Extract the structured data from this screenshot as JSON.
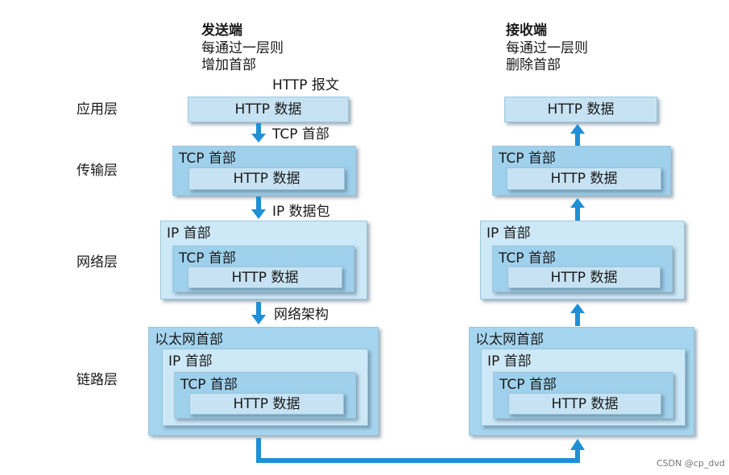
{
  "sender": {
    "title": "发送端",
    "desc_line1": "每通过一层则",
    "desc_line2": "增加首部"
  },
  "receiver": {
    "title": "接收端",
    "desc_line1": "每通过一层则",
    "desc_line2": "删除首部"
  },
  "layers": {
    "application": "应用层",
    "transport": "传输层",
    "network": "网络层",
    "link": "链路层"
  },
  "flow_labels": {
    "http_message": "HTTP 报文",
    "tcp_header": "TCP 首部",
    "ip_packet": "IP 数据包",
    "network_frame": "网络架构"
  },
  "box_labels": {
    "http_data": "HTTP 数据",
    "tcp_header": "TCP 首部",
    "ip_header": "IP 首部",
    "ethernet_header": "以太网首部"
  },
  "colors": {
    "arrow": "#1f8fd6",
    "http_box": "#c7e3f3",
    "tcp_box": "#9fd0ec",
    "ip_box": "#cde8f7",
    "ethernet_box": "#a6d5ef"
  },
  "watermark": "CSDN @cp_dvd"
}
